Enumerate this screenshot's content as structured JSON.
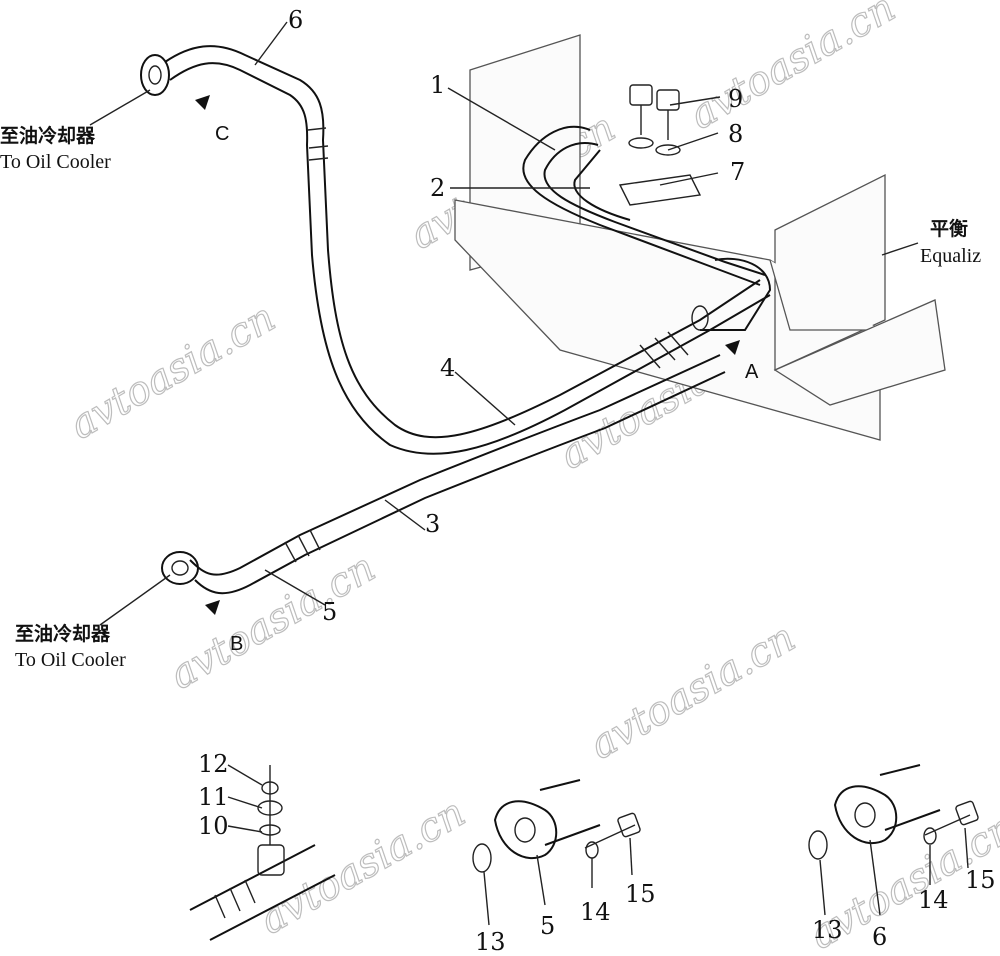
{
  "callouts": {
    "c1": "1",
    "c2": "2",
    "c3": "3",
    "c4": "4",
    "c5": "5",
    "c6": "6",
    "c7": "7",
    "c8": "8",
    "c9": "9",
    "c10": "10",
    "c11": "11",
    "c12": "12",
    "c13a": "13",
    "c5b": "5",
    "c14a": "14",
    "c15a": "15",
    "c13b": "13",
    "c6b": "6",
    "c14b": "14",
    "c15b": "15"
  },
  "labels": {
    "top_zh": "至油冷却器",
    "top_en": "To Oil Cooler",
    "bottom_zh": "至油冷却器",
    "bottom_en": "To Oil Cooler",
    "right_zh": "平衡",
    "right_en": "Equaliz"
  },
  "view_marks": {
    "a": "A",
    "b": "B",
    "c": "C"
  },
  "watermark": "avtoasia.cn"
}
